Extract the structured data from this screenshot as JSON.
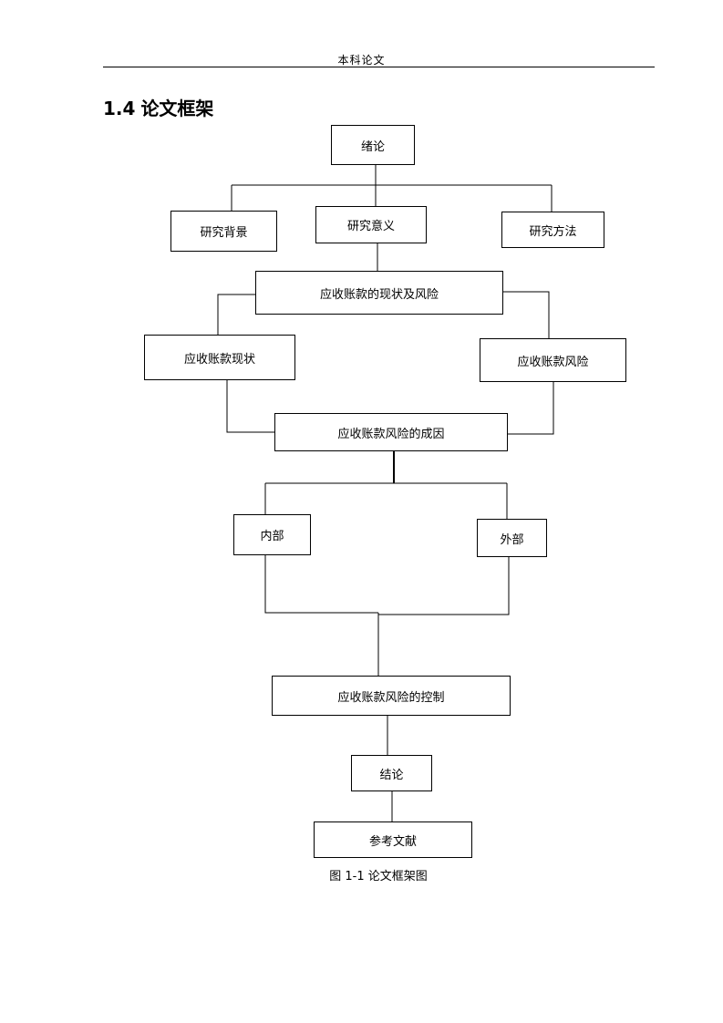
{
  "header": {
    "text": "本科论文"
  },
  "section": {
    "number": "1.4",
    "title": "论文框架"
  },
  "diagram": {
    "nodes": {
      "intro": "绪论",
      "background": "研究背景",
      "significance": "研究意义",
      "method": "研究方法",
      "status_and_risk": "应收账款的现状及风险",
      "status": "应收账款现状",
      "risk": "应收账款风险",
      "causes": "应收账款风险的成因",
      "internal": "内部",
      "external": "外部",
      "control": "应收账款风险的控制",
      "conclusion": "结论",
      "references": "参考文献"
    },
    "caption": "图 1-1  论文框架图"
  }
}
